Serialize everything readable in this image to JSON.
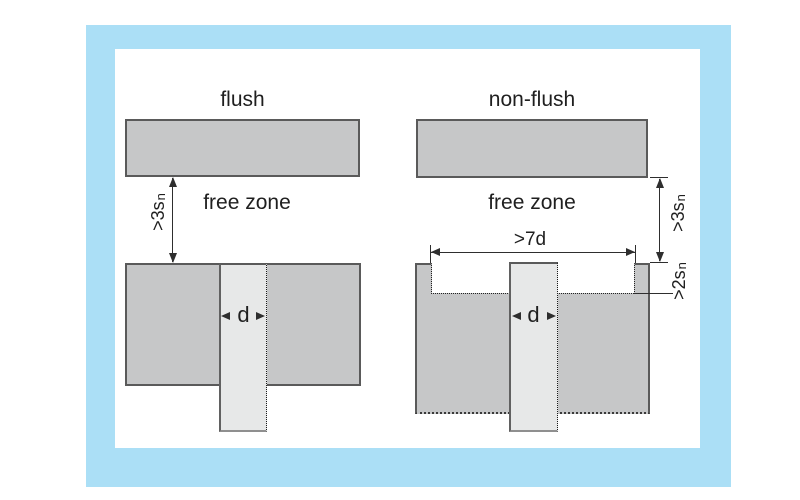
{
  "colors": {
    "frame-blue": "#abdff6",
    "block-fill": "#c6c7c8",
    "block-border": "#5a5a5a",
    "sensor-fill": "#e7e8e8",
    "line": "#2e2e2e",
    "text": "#1f1f1f"
  },
  "diagrams": {
    "flush": {
      "title": "flush",
      "free_zone": "free zone",
      "gap_main": ">3s",
      "gap_sub": "n",
      "diameter": "d"
    },
    "non_flush": {
      "title": "non-flush",
      "free_zone": "free zone",
      "gap_main": ">3s",
      "gap_sub": "n",
      "recess_width": ">7d",
      "recess_depth_main": ">2s",
      "recess_depth_sub": "n",
      "diameter": "d"
    }
  }
}
